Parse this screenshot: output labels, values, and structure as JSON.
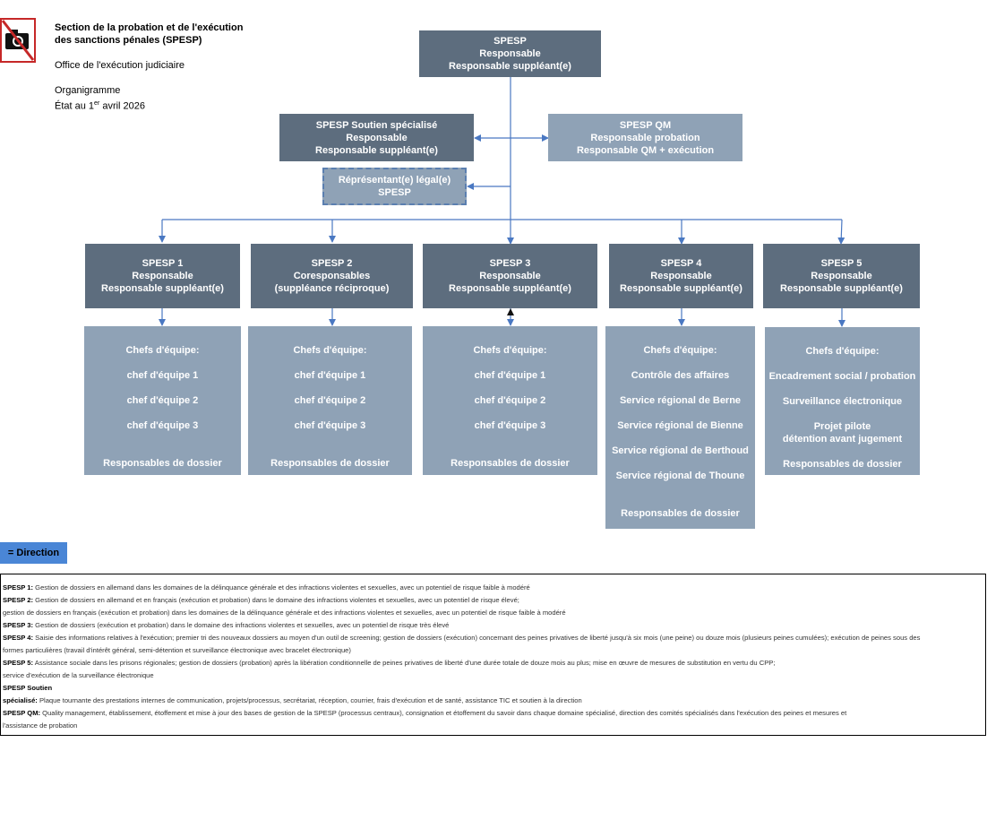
{
  "header": {
    "line1": "Section de la probation et de l'exécution",
    "line2": "des sanctions pénales (SPESP)",
    "office": "Office de l'exécution judiciaire",
    "organigram": "Organigramme",
    "date_prefix": "État au 1",
    "date_sup": "er",
    "date_suffix": " avril 2026"
  },
  "icon": "no-camera-icon",
  "colors": {
    "dark": "#5d6d7e",
    "light": "#8fa2b6",
    "direction": "#4a86d6",
    "connector": "#4a78c2"
  },
  "top": {
    "l1": "SPESP",
    "l2": "Responsable",
    "l3": "Responsable suppléant(e)"
  },
  "soutien": {
    "l1": "SPESP Soutien spécialisé",
    "l2": "Responsable",
    "l3": "Responsable suppléant(e)"
  },
  "qm": {
    "l1": "SPESP QM",
    "l2": "Responsable probation",
    "l3": "Responsable QM + exécution"
  },
  "legal": {
    "l1": "Réprésentant(e) légal(e)",
    "l2": "SPESP"
  },
  "units": [
    {
      "l1": "SPESP 1",
      "l2": "Responsable",
      "l3": "Responsable suppléant(e)"
    },
    {
      "l1": "SPESP 2",
      "l2": "Coresponsables",
      "l3": "(suppléance réciproque)"
    },
    {
      "l1": "SPESP 3",
      "l2": "Responsable",
      "l3": "Responsable suppléant(e)"
    },
    {
      "l1": "SPESP 4",
      "l2": "Responsable",
      "l3": "Responsable suppléant(e)"
    },
    {
      "l1": "SPESP 5",
      "l2": "Responsable",
      "l3": "Responsable suppléant(e)"
    }
  ],
  "subs": [
    {
      "items": [
        "Chefs d'équipe:",
        "chef d'équipe 1",
        "chef d'équipe 2",
        "chef d'équipe 3",
        "Responsables de dossier"
      ]
    },
    {
      "items": [
        "Chefs d'équipe:",
        "chef d'équipe 1",
        "chef d'équipe 2",
        "chef d'équipe 3",
        "Responsables de dossier"
      ]
    },
    {
      "items": [
        "Chefs d'équipe:",
        "chef d'équipe 1",
        "chef d'équipe 2",
        "chef d'équipe 3",
        "Responsables de dossier"
      ]
    },
    {
      "items": [
        "Chefs d'équipe:",
        "Contrôle des affaires",
        "Service régional de Berne",
        "Service régional de Bienne",
        "Service régional de Berthoud",
        "Service régional de Thoune",
        "Responsables de dossier"
      ]
    },
    {
      "items": [
        "Chefs d'équipe:",
        "Encadrement social / probation",
        "Surveillance électronique",
        "Projet pilote",
        "détention avant jugement",
        "Responsables de dossier"
      ]
    }
  ],
  "legend": "= Direction",
  "notes": [
    {
      "label": "SPESP 1:",
      "text": " Gestion de dossiers en allemand dans les domaines de la délinquance générale et des infractions violentes et sexuelles, avec un potentiel de risque faible à modéré"
    },
    {
      "label": "SPESP 2:",
      "text": " Gestion de dossiers en allemand et en français (exécution et probation) dans le domaine des infractions violentes et sexuelles, avec un potentiel de risque élevé;"
    },
    {
      "label": "",
      "text": "gestion de dossiers en français (exécution et probation) dans les domaines de la délinquance générale et des infractions violentes et sexuelles, avec un potentiel de risque faible à modéré"
    },
    {
      "label": "SPESP 3:",
      "text": " Gestion de dossiers (exécution et probation) dans le domaine des infractions violentes et sexuelles, avec un potentiel de risque très élevé"
    },
    {
      "label": "SPESP 4:",
      "text": " Saisie des informations relatives à l'exécution; premier tri des nouveaux dossiers au moyen d'un outil de screening; gestion de dossiers (exécution) concernant des peines privatives de liberté jusqu'à six mois (une peine) ou douze mois (plusieurs peines cumulées); exécution de peines sous des"
    },
    {
      "label": "",
      "text": "formes particulières (travail d'intérêt général, semi-détention et surveillance électronique avec bracelet électronique)"
    },
    {
      "label": "SPESP 5:",
      "text": " Assistance sociale dans les prisons régionales; gestion de dossiers (probation) après la libération conditionnelle de peines privatives de liberté d'une durée totale de douze mois au plus; mise en œuvre de mesures de substitution en vertu du CPP;"
    },
    {
      "label": "",
      "text": "service d'exécution de la surveillance électronique"
    },
    {
      "label": "SPESP Soutien",
      "text": ""
    },
    {
      "label": "spécialisé:",
      "text": " Plaque tournante des prestations internes de communication, projets/processus, secrétariat, réception, courrier, frais d'exécution et de santé, assistance TIC et soutien à la direction"
    },
    {
      "label": "SPESP QM:",
      "text": " Quality management, établissement, étoffement et mise à jour des bases de gestion de la SPESP (processus centraux), consignation et étoffement du savoir dans chaque domaine spécialisé, direction des comités spécialisés dans l'exécution des peines et mesures et"
    },
    {
      "label": "",
      "text": "l'assistance de probation"
    }
  ]
}
